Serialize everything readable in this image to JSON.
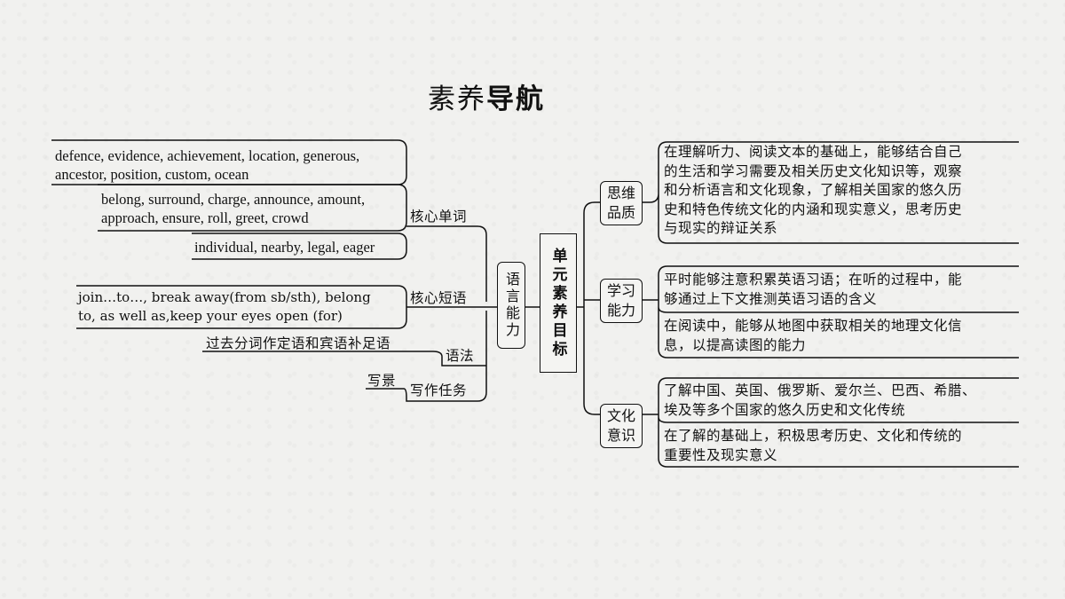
{
  "title": {
    "regular": "素养",
    "bold": "导航"
  },
  "center": "单元素养目标",
  "left": {
    "root": "语言能力",
    "branches": {
      "words": {
        "label": "核心单词",
        "leaves": [
          [
            "defence, evidence, achievement, location, generous,",
            "ancestor, position, custom, ocean"
          ],
          [
            "belong, surround, charge, announce, amount,",
            "approach, ensure, roll, greet, crowd"
          ],
          [
            "individual, nearby, legal, eager"
          ]
        ]
      },
      "phrases": {
        "label": "核心短语",
        "leaves": [
          [
            "join…to…, break away(from sb/sth), belong",
            "to, as well as,keep your eyes open (for)"
          ]
        ]
      },
      "grammar": {
        "label": "语法",
        "leaves": [
          [
            "过去分词作定语和宾语补足语"
          ]
        ]
      },
      "writing": {
        "label": "写作任务",
        "leaves": [
          [
            "写景"
          ]
        ]
      }
    }
  },
  "right": {
    "thinking": {
      "label": "思维品质",
      "leaves": [
        [
          "在理解听力、阅读文本的基础上，能够结合自己",
          "的生活和学习需要及相关历史文化知识等，观察",
          "和分析语言和文化现象，了解相关国家的悠久历",
          "史和特色传统文化的内涵和现实意义，思考历史",
          "与现实的辩证关系"
        ]
      ]
    },
    "learning": {
      "label": "学习能力",
      "leaves": [
        [
          "平时能够注意积累英语习语；在听的过程中，能",
          "够通过上下文推测英语习语的含义"
        ],
        [
          "在阅读中，能够从地图中获取相关的地理文化信",
          "息，以提高读图的能力"
        ]
      ]
    },
    "culture": {
      "label": "文化意识",
      "leaves": [
        [
          "了解中国、英国、俄罗斯、爱尔兰、巴西、希腊、",
          "埃及等多个国家的悠久历史和文化传统"
        ],
        [
          "在了解的基础上，积极思考历史、文化和传统的",
          "重要性及现实意义"
        ]
      ]
    }
  }
}
